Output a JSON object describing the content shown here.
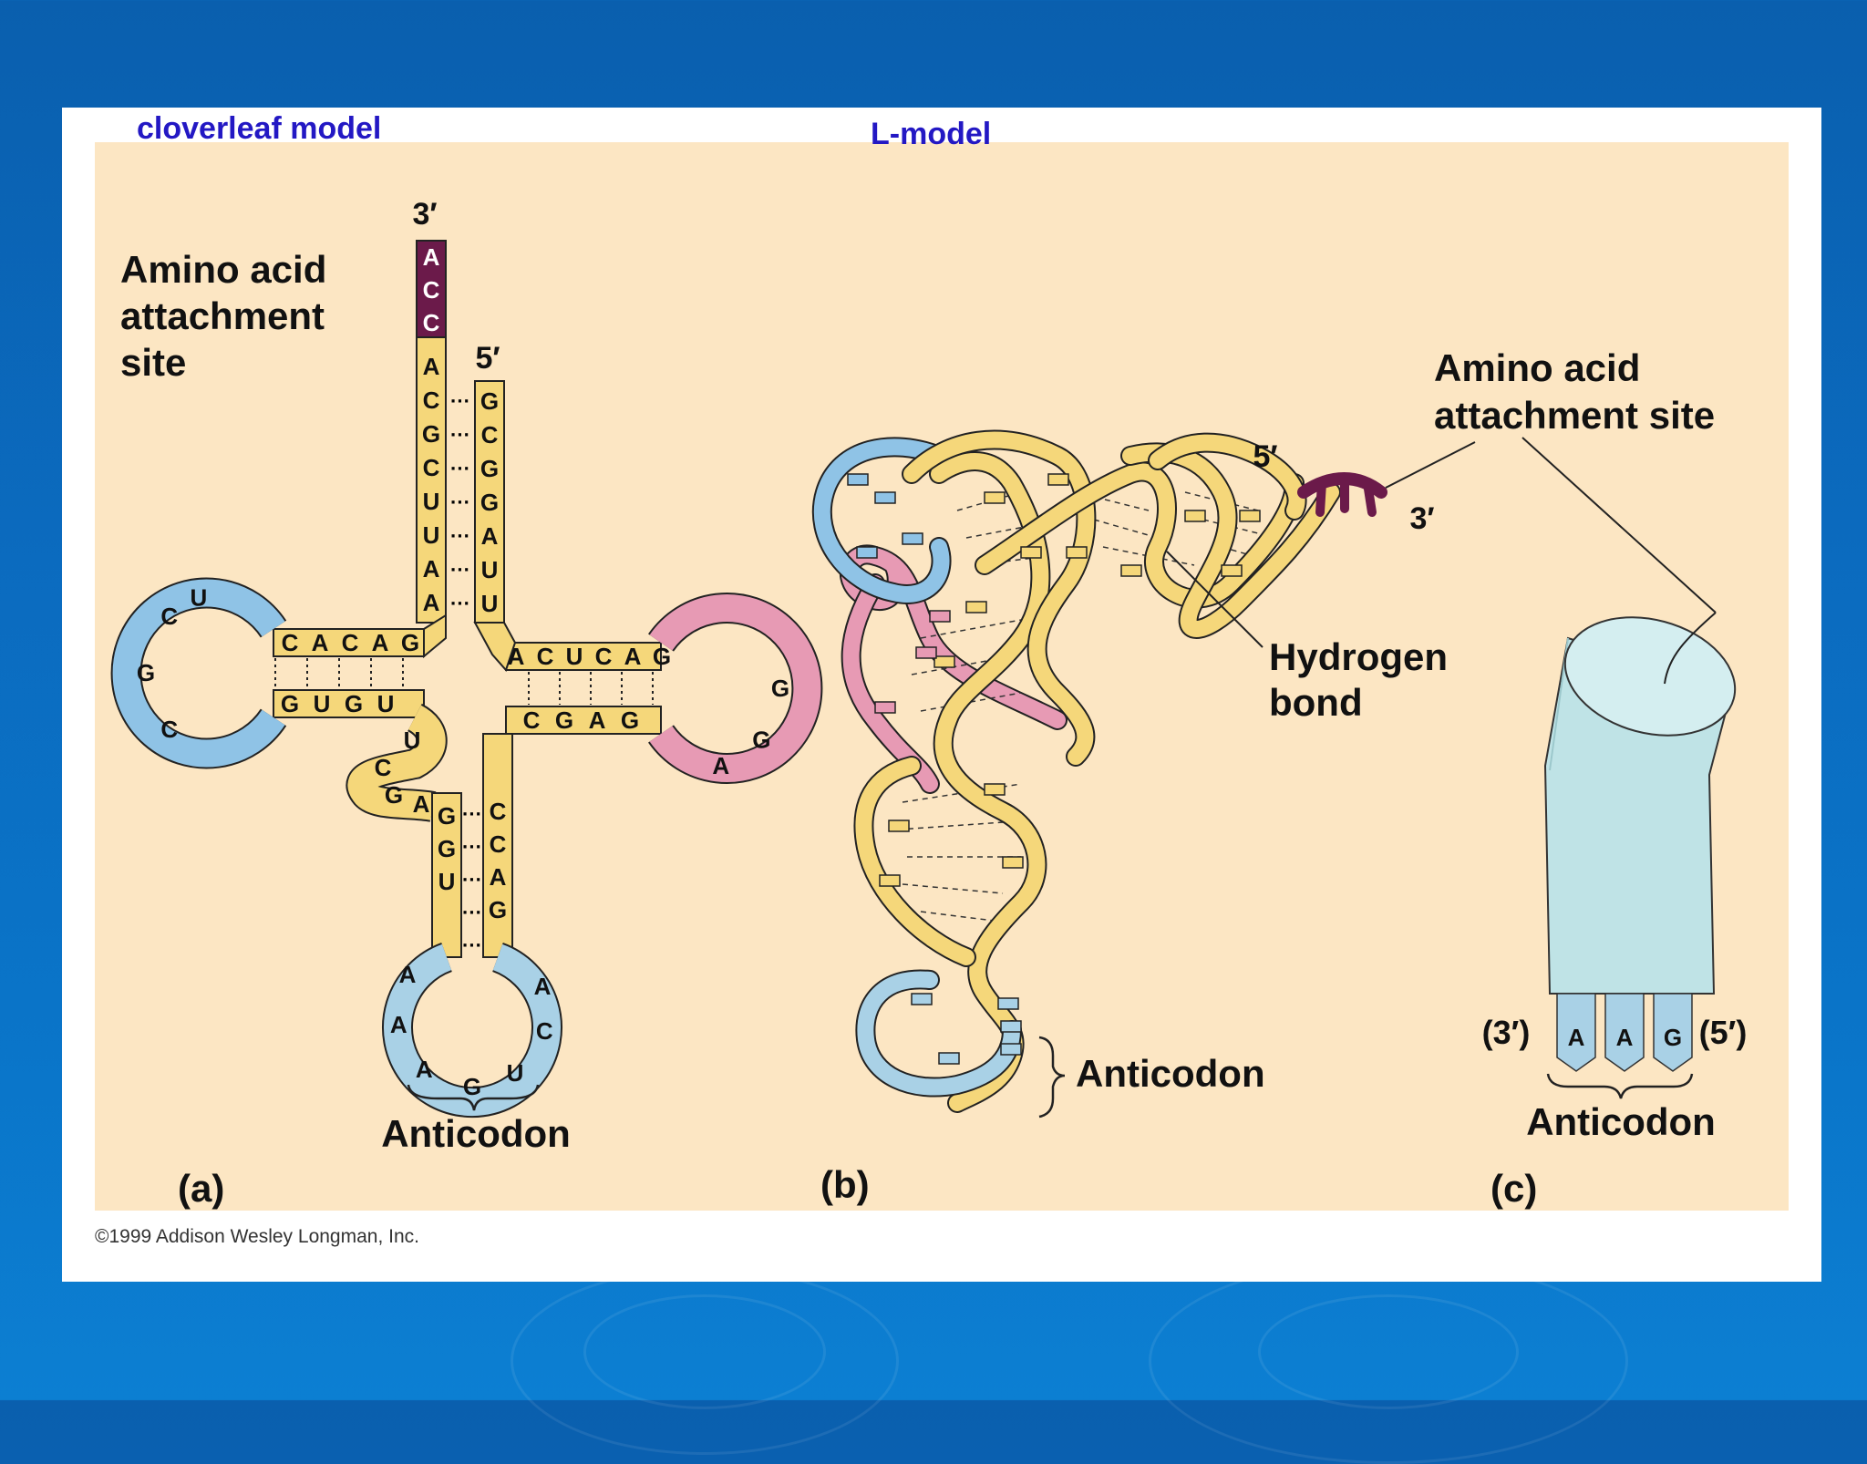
{
  "captions": {
    "left": "cloverleaf model",
    "right": "L-model"
  },
  "copyright": "©1999 Addison Wesley Longman, Inc.",
  "panel_a": {
    "label": "(a)",
    "title": [
      "Amino acid",
      "attachment",
      "site"
    ],
    "end3": "3′",
    "end5": "5′",
    "anticodon": "Anticodon",
    "acceptor_tail": [
      "A",
      "C",
      "C"
    ],
    "acceptor_left": [
      "A",
      "C",
      "G",
      "C",
      "U",
      "U",
      "A",
      "A"
    ],
    "acceptor_right": [
      "G",
      "C",
      "G",
      "G",
      "A",
      "U",
      "U"
    ],
    "d_top": [
      "C",
      "A",
      "C",
      "A",
      "G"
    ],
    "d_bottom": [
      "G",
      "U",
      "G",
      "U"
    ],
    "d_loop": [
      "U",
      "C",
      "G",
      "C"
    ],
    "t_top": [
      "A",
      "C",
      "U",
      "C",
      "A",
      "G"
    ],
    "t_bottom": [
      "C",
      "G",
      "A",
      "G"
    ],
    "t_loop": [
      "G",
      "G",
      "A"
    ],
    "linker": [
      "U",
      "C",
      "G",
      "A"
    ],
    "ac_left": [
      "G",
      "G",
      "U"
    ],
    "ac_right": [
      "C",
      "C",
      "A",
      "G"
    ],
    "ac_loop": [
      "A",
      "A",
      "A",
      "G",
      "U",
      "C",
      "A"
    ]
  },
  "panel_b": {
    "label": "(b)",
    "end5": "5′",
    "end3": "3′",
    "hydrogen": [
      "Hydrogen",
      "bond"
    ],
    "anticodon": "Anticodon"
  },
  "panel_c": {
    "label": "(c)",
    "title": [
      "Amino acid",
      "attachment site"
    ],
    "bases": [
      "A",
      "A",
      "G"
    ],
    "end3": "(3′)",
    "end5": "(5′)",
    "anticodon": "Anticodon"
  },
  "colors": {
    "background": "#0b6bbf",
    "panel": "#fce6c3",
    "strand": "#f5d77a",
    "blue_loop": "#8fc3e6",
    "pink_loop": "#e79ab4",
    "acceptor": "#6b1a4a",
    "caption": "#2318c4"
  }
}
